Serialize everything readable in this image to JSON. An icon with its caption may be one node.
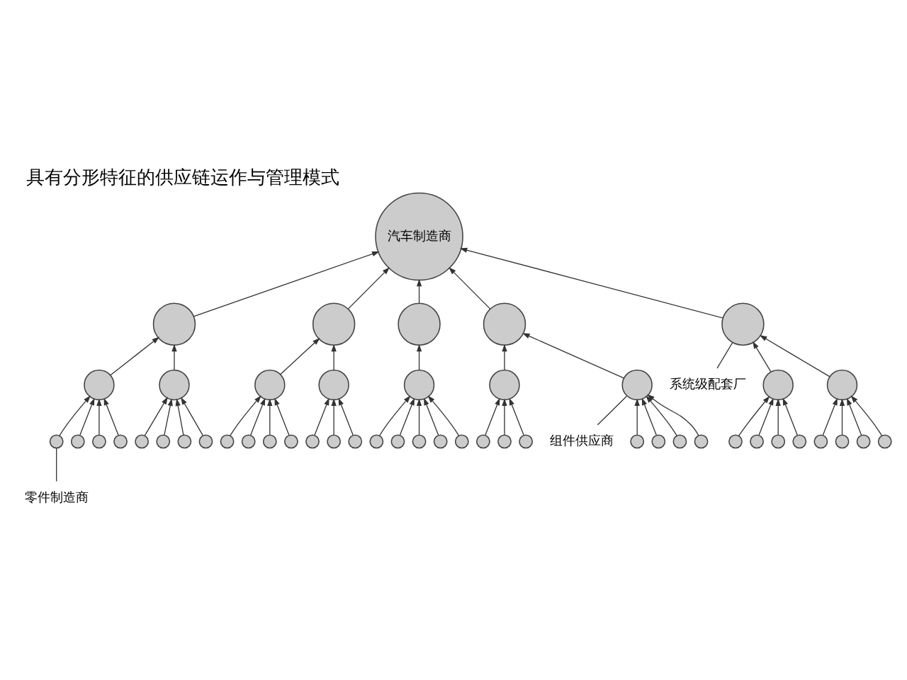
{
  "diagram": {
    "title": "具有分形特征的供应链运作与管理模式",
    "nodes": [
      {
        "text": [
          "汽车制造商"
        ]
      },
      {
        "text": [
          "零件制造商"
        ]
      },
      {
        "text": [
          "系统级配套厂"
        ]
      },
      {
        "text": [
          "组件供应商"
        ]
      },
      {
        "text": [],
        "shape": "circle"
      },
      {
        "text": [],
        "shape": "circle"
      },
      {
        "text": [],
        "shape": "circle"
      },
      {
        "text": [],
        "shape": "circle"
      },
      {
        "text": [],
        "shape": "circle"
      },
      {
        "text": [],
        "shape": "circle"
      },
      {
        "text": [],
        "shape": "circle"
      },
      {
        "text": [],
        "shape": "circle"
      },
      {
        "text": [],
        "shape": "circle"
      },
      {
        "text": [],
        "shape": "circle"
      },
      {
        "text": [],
        "shape": "circle"
      },
      {
        "text": [],
        "shape": "circle"
      },
      {
        "text": [],
        "shape": "circle"
      },
      {
        "text": [],
        "shape": "circle"
      },
      {
        "text": [],
        "shape": "circle"
      },
      {
        "text": [],
        "shape": "circle"
      },
      {
        "text": [],
        "shape": "circle"
      },
      {
        "text": [],
        "shape": "circle"
      },
      {
        "text": [],
        "shape": "circle"
      },
      {
        "text": [],
        "shape": "circle"
      },
      {
        "text": [],
        "shape": "circle"
      },
      {
        "text": [],
        "shape": "circle"
      },
      {
        "text": [],
        "shape": "circle"
      },
      {
        "text": [],
        "shape": "circle"
      },
      {
        "text": [],
        "shape": "circle"
      },
      {
        "text": [],
        "shape": "circle"
      },
      {
        "text": [],
        "shape": "circle"
      },
      {
        "text": [],
        "shape": "circle"
      },
      {
        "text": [],
        "shape": "circle"
      },
      {
        "text": [],
        "shape": "circle"
      },
      {
        "text": [],
        "shape": "circle"
      },
      {
        "text": [],
        "shape": "circle"
      },
      {
        "text": [],
        "shape": "circle"
      },
      {
        "text": [],
        "shape": "circle"
      },
      {
        "text": [],
        "shape": "circle"
      },
      {
        "text": [],
        "shape": "circle"
      },
      {
        "text": [],
        "shape": "circle"
      },
      {
        "text": [],
        "shape": "circle"
      },
      {
        "text": [],
        "shape": "circle"
      },
      {
        "text": [],
        "shape": "circle"
      },
      {
        "text": [],
        "shape": "circle"
      },
      {
        "text": [],
        "shape": "circle"
      },
      {
        "text": [],
        "shape": "circle"
      },
      {
        "text": [],
        "shape": "circle"
      },
      {
        "text": [],
        "shape": "circle"
      },
      {
        "text": [],
        "shape": "circle"
      },
      {
        "text": [],
        "shape": "circle"
      },
      {
        "text": [],
        "shape": "circle"
      },
      {
        "text": [],
        "shape": "circle"
      }
    ],
    "edges": [
      {
        "from": 4,
        "to": 0,
        "arrow": "to"
      },
      {
        "from": 5,
        "to": 0,
        "arrow": "to"
      },
      {
        "from": 6,
        "to": 0,
        "arrow": "to"
      },
      {
        "from": 7,
        "to": 0,
        "arrow": "to"
      },
      {
        "from": 8,
        "to": 0,
        "arrow": "to"
      },
      {
        "from": 9,
        "to": 4,
        "arrow": "to"
      },
      {
        "from": 10,
        "to": 4,
        "arrow": "to"
      },
      {
        "from": 11,
        "to": 5,
        "arrow": "to"
      },
      {
        "from": 12,
        "to": 5,
        "arrow": "to"
      },
      {
        "from": 13,
        "to": 6,
        "arrow": "to"
      },
      {
        "from": 14,
        "to": 7,
        "arrow": "to"
      },
      {
        "from": 15,
        "to": 7,
        "arrow": "to"
      },
      {
        "from": 16,
        "to": 8,
        "arrow": "to"
      },
      {
        "from": 17,
        "to": 8,
        "arrow": "to"
      },
      {
        "from": 18,
        "to": 9,
        "arrow": "to"
      },
      {
        "from": 19,
        "to": 9,
        "arrow": "to"
      },
      {
        "from": 20,
        "to": 9,
        "arrow": "to"
      },
      {
        "from": 21,
        "to": 9,
        "arrow": "to"
      },
      {
        "from": 22,
        "to": 10,
        "arrow": "to"
      },
      {
        "from": 23,
        "to": 10,
        "arrow": "to"
      },
      {
        "from": 24,
        "to": 10,
        "arrow": "to"
      },
      {
        "from": 25,
        "to": 10,
        "arrow": "to"
      },
      {
        "from": 26,
        "to": 11,
        "arrow": "to"
      },
      {
        "from": 27,
        "to": 11,
        "arrow": "to"
      },
      {
        "from": 28,
        "to": 11,
        "arrow": "to"
      },
      {
        "from": 29,
        "to": 11,
        "arrow": "to"
      },
      {
        "from": 30,
        "to": 12,
        "arrow": "to"
      },
      {
        "from": 31,
        "to": 12,
        "arrow": "to"
      },
      {
        "from": 32,
        "to": 12,
        "arrow": "to"
      },
      {
        "from": 33,
        "to": 13,
        "arrow": "to"
      },
      {
        "from": 34,
        "to": 13,
        "arrow": "to"
      },
      {
        "from": 35,
        "to": 13,
        "arrow": "to"
      },
      {
        "from": 36,
        "to": 13,
        "arrow": "to"
      },
      {
        "from": 37,
        "to": 13,
        "arrow": "to"
      },
      {
        "from": 38,
        "to": 14,
        "arrow": "to"
      },
      {
        "from": 39,
        "to": 14,
        "arrow": "to"
      },
      {
        "from": 40,
        "to": 14,
        "arrow": "to"
      },
      {
        "from": 41,
        "to": 15,
        "arrow": "to"
      },
      {
        "from": 42,
        "to": 15,
        "arrow": "to"
      },
      {
        "from": 43,
        "to": 15,
        "arrow": "to"
      },
      {
        "from": 44,
        "to": 15,
        "arrow": "to"
      },
      {
        "from": 45,
        "to": 16,
        "arrow": "to"
      },
      {
        "from": 46,
        "to": 16,
        "arrow": "to"
      },
      {
        "from": 47,
        "to": 16,
        "arrow": "to"
      },
      {
        "from": 48,
        "to": 16,
        "arrow": "to"
      },
      {
        "from": 49,
        "to": 17,
        "arrow": "to"
      },
      {
        "from": 50,
        "to": 17,
        "arrow": "to"
      },
      {
        "from": 51,
        "to": 17,
        "arrow": "to"
      },
      {
        "from": 52,
        "to": 17,
        "arrow": "to"
      },
      {
        "from": 1,
        "to": 18,
        "arrow": "none"
      },
      {
        "from": 2,
        "to": 8,
        "arrow": "none"
      },
      {
        "from": 3,
        "to": 15,
        "arrow": "none"
      }
    ]
  }
}
